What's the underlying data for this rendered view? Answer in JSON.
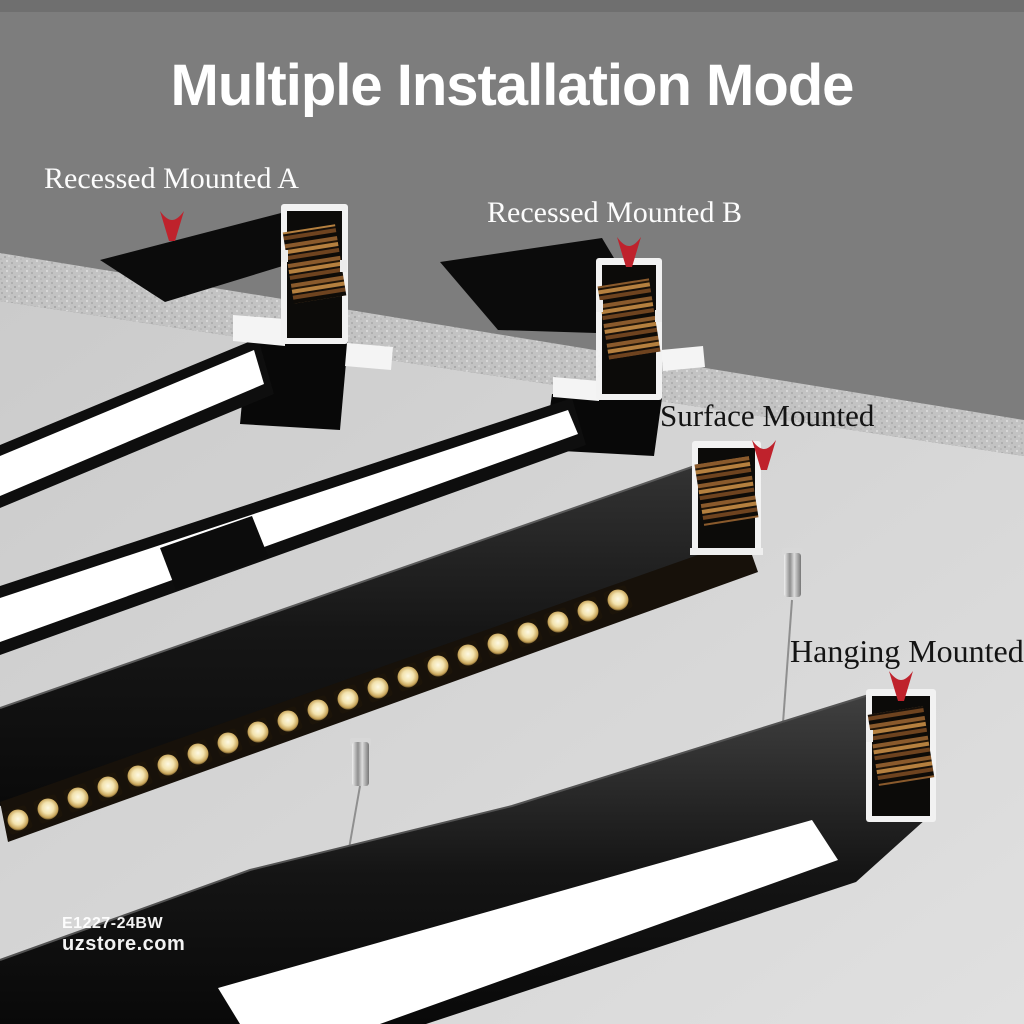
{
  "title": "Multiple Installation Mode",
  "modes": [
    {
      "label": "Recessed Mounted A"
    },
    {
      "label": "Recessed Mounted B"
    },
    {
      "label": "Surface Mounted"
    },
    {
      "label": "Hanging Mounted"
    }
  ],
  "watermark": {
    "product_code": "E1227-24BW",
    "site": "uzstore.com"
  },
  "scene": {
    "led_dot_count": 21,
    "hanging_cable_count": 2
  },
  "colors": {
    "backdrop": "#7d7d7d",
    "ceiling_light": "#dedede",
    "ceiling_dark": "#cdcdcd",
    "cut_edge": "#c3c3c3",
    "track_black": "#0e0e0e",
    "lit_white": "#ffffff",
    "arrow_red": "#bf222c",
    "copper": "#a06a38",
    "led_warm": "#f3e3ae"
  }
}
